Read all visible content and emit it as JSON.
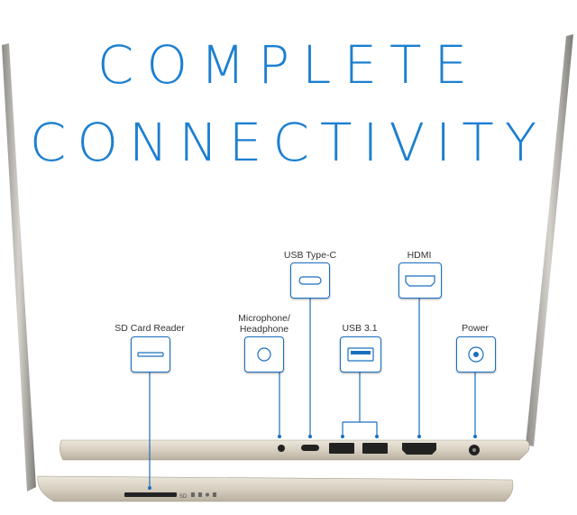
{
  "headline": {
    "line1": "COMPLETE",
    "line2": "CONNECTIVITY"
  },
  "ports": {
    "sd_card": "SD Card Reader",
    "mic_headphone_1": "Microphone/",
    "mic_headphone_2": "Headphone",
    "usb_c": "USB Type-C",
    "usb31": "USB 3.1",
    "hdmi": "HDMI",
    "power": "Power"
  },
  "side_marks": {
    "sd": "SD"
  },
  "colors": {
    "accent": "#1c7fd0",
    "laptop_body": "#d8d2c6"
  }
}
